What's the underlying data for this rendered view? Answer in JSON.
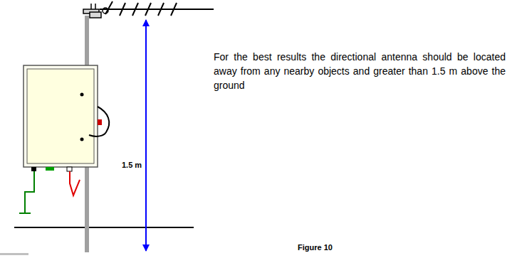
{
  "diagram": {
    "caption": "Figure 10",
    "labels": [
      "1.5 m",
      "For the best results the directional antenna should be located away from any nearby objects and greater than 1.5 m above the ground"
    ]
  }
}
